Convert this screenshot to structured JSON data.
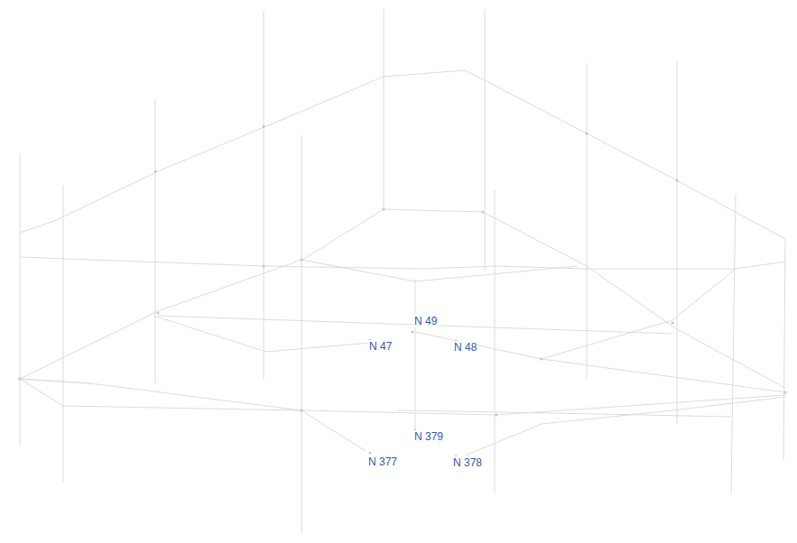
{
  "diagram": {
    "labels": [
      "N 49",
      "N 47",
      "N 48",
      "N 379",
      "N 377",
      "N 378"
    ]
  }
}
